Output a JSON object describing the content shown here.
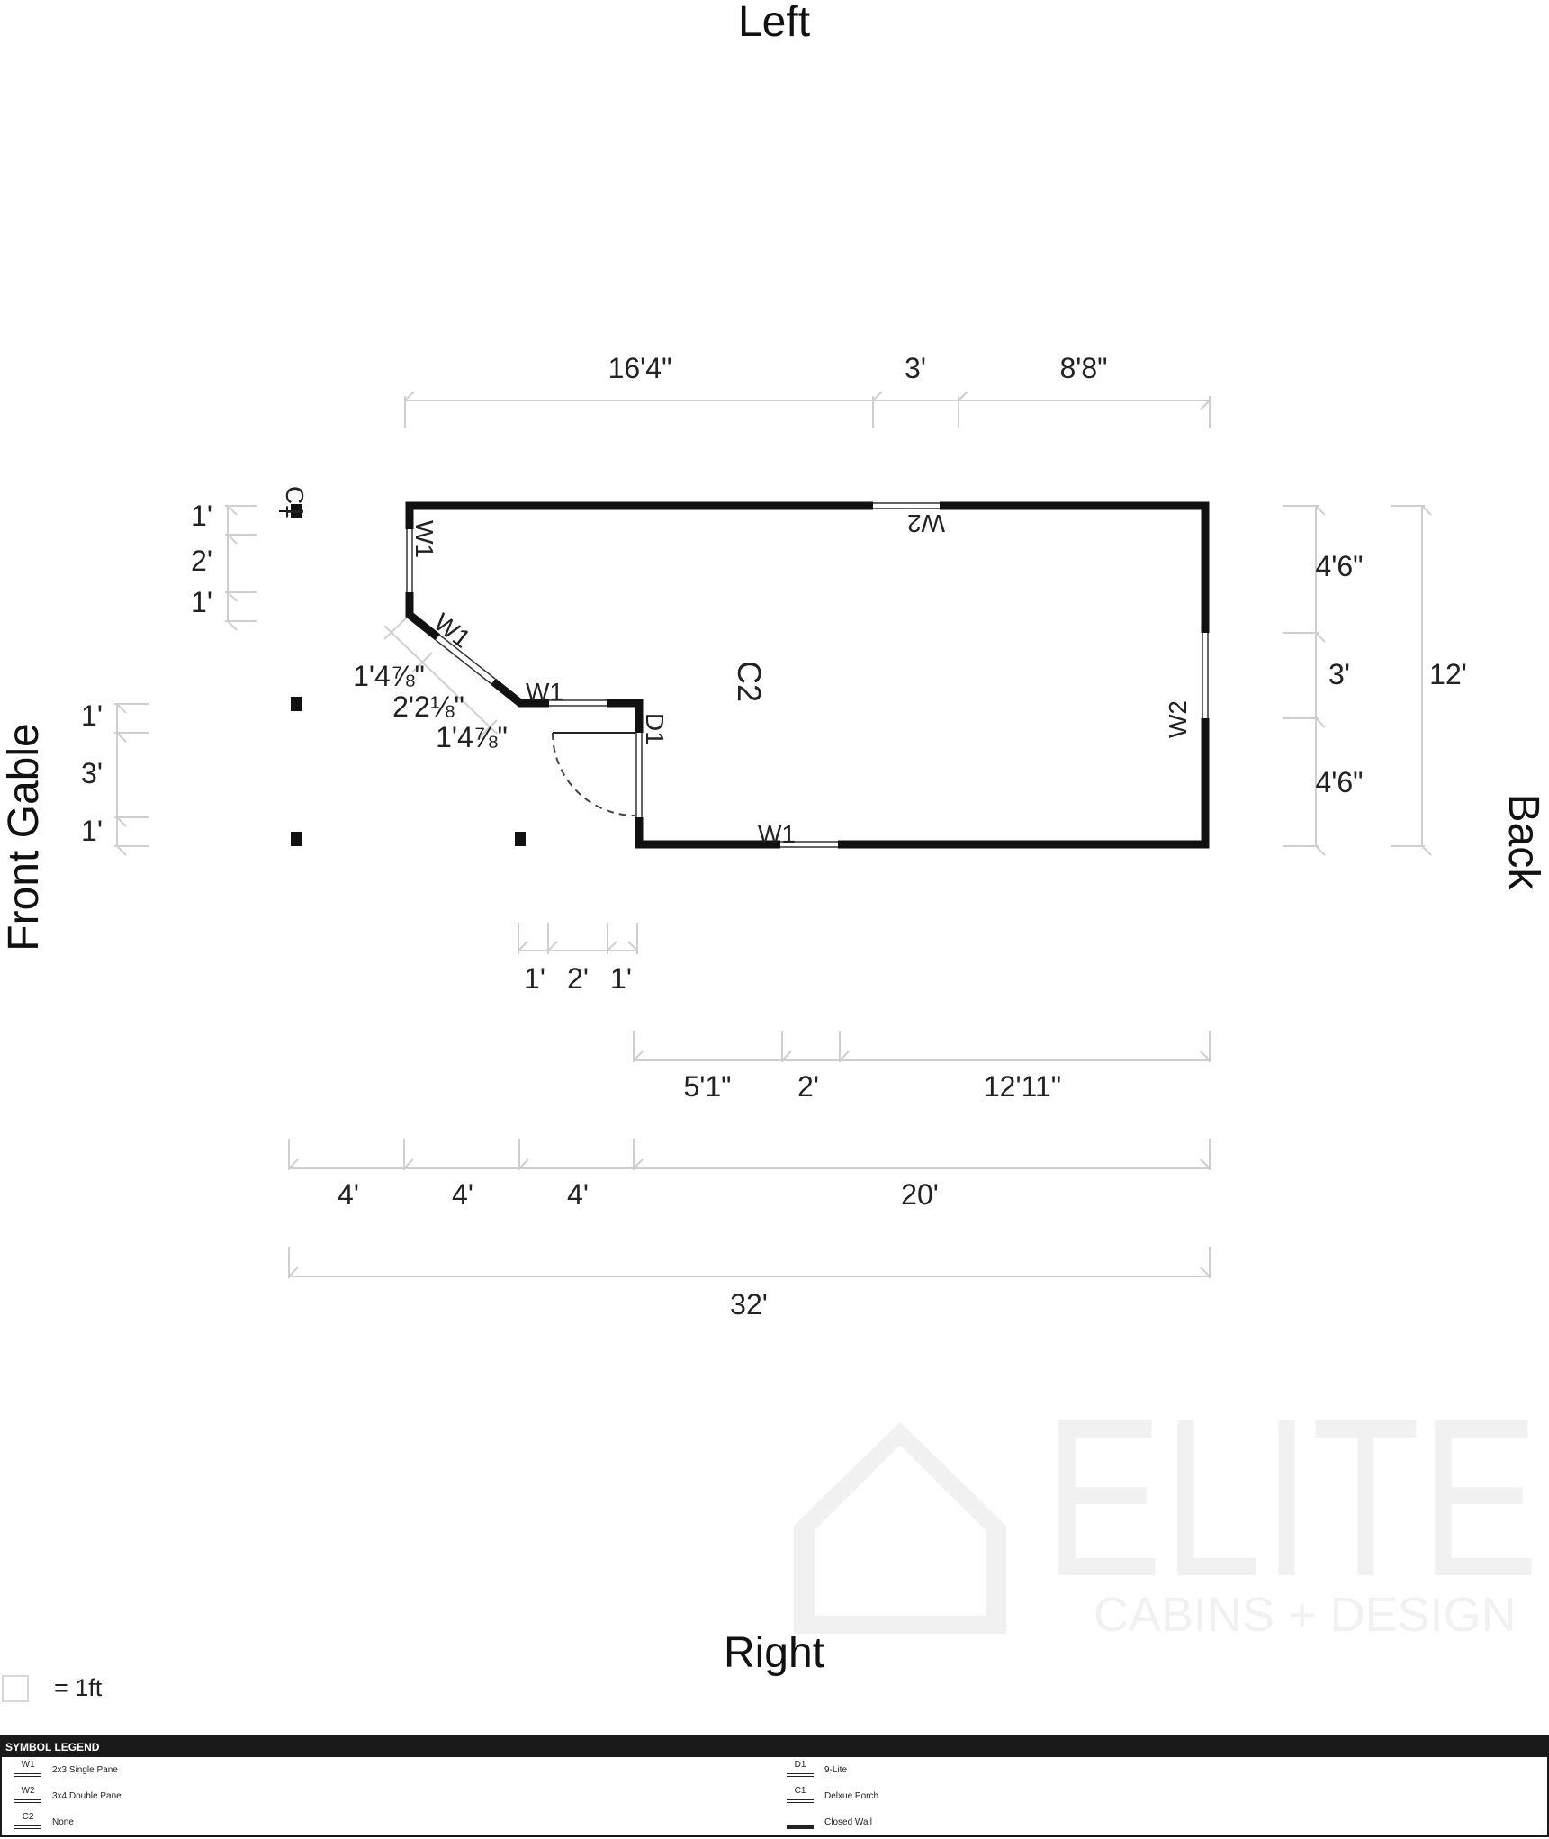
{
  "sides": {
    "top": "Left",
    "bottom": "Right",
    "left": "Front Gable",
    "right": "Back"
  },
  "watermark": {
    "brand": "ELITE",
    "tagline": "CABINS + DESIGN"
  },
  "room_label": "C2",
  "top_dims": {
    "a": "16'4\"",
    "b": "3'",
    "c": "8'8\""
  },
  "right_dims": {
    "a": "4'6\"",
    "b": "3'",
    "c": "4'6\"",
    "total": "12'"
  },
  "left_upper_dims": {
    "a": "1'",
    "b": "2'",
    "c": "1'"
  },
  "left_lower_dims": {
    "a": "1'",
    "b": "3'",
    "c": "1'"
  },
  "angled_dims": {
    "a": "1'4⅞\"",
    "b": "2'2⅛\"",
    "c": "1'4⅞\""
  },
  "door_dims": {
    "a": "1'",
    "b": "2'",
    "c": "1'"
  },
  "bottom_dims1": {
    "a": "5'1\"",
    "b": "2'",
    "c": "12'11\""
  },
  "bottom_dims2": {
    "a": "4'",
    "b": "4'",
    "c": "4'",
    "d": "20'"
  },
  "overall_dim": "32'",
  "wall_labels": {
    "top_w2": "W2",
    "left_w1": "W1",
    "angled_w1": "W1",
    "inner_w1": "W1",
    "door_d1": "D1",
    "right_w2": "W2",
    "bottom_w1": "W1",
    "post_c1": "C1"
  },
  "scale": {
    "label": "= 1ft"
  },
  "legend": {
    "title": "SYMBOL LEGEND",
    "items": [
      {
        "code": "W1",
        "name": "2x3 Single Pane"
      },
      {
        "code": "D1",
        "name": "9-Lite"
      },
      {
        "code": "W2",
        "name": "3x4 Double Pane"
      },
      {
        "code": "C1",
        "name": "Delxue Porch"
      },
      {
        "code": "C2",
        "name": "None"
      },
      {
        "code": "",
        "name": "Closed Wall"
      }
    ]
  }
}
